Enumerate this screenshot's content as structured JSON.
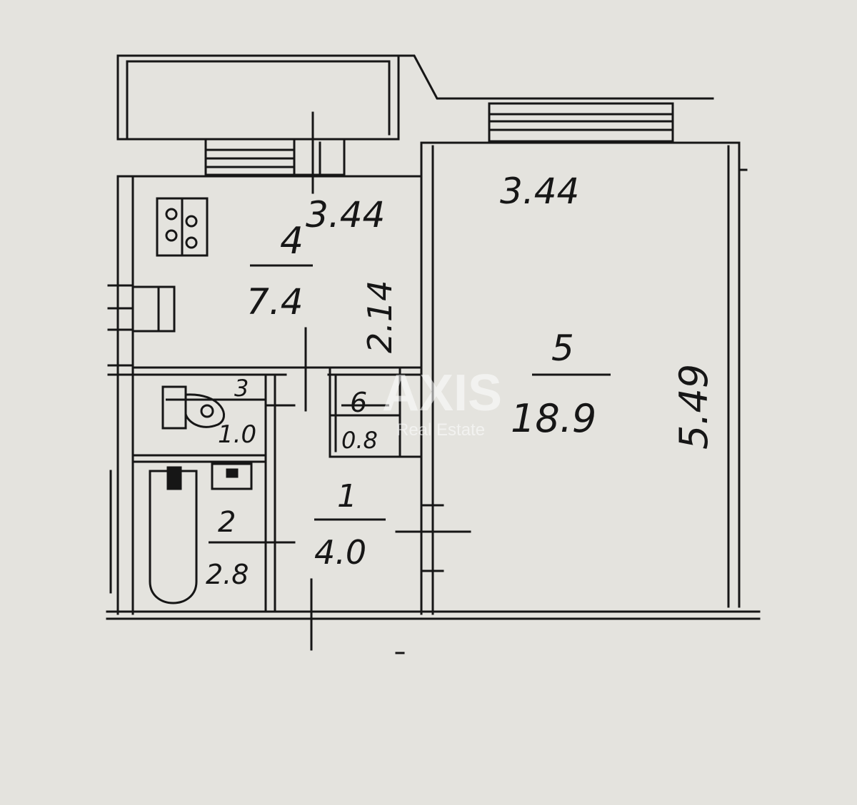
{
  "paper_color": "#e4e3de",
  "ink_color": "#161616",
  "rooms": [
    {
      "id": "entry",
      "number": "1",
      "area": "4.0"
    },
    {
      "id": "bathroom",
      "number": "2",
      "area": "2.8"
    },
    {
      "id": "toilet",
      "number": "3",
      "area": "1.0"
    },
    {
      "id": "kitchen",
      "number": "4",
      "area": "7.4"
    },
    {
      "id": "living-room",
      "number": "5",
      "area": "18.9"
    },
    {
      "id": "closet",
      "number": "6",
      "area": "0.8"
    }
  ],
  "dimensions": {
    "kitchen_width": "3.44",
    "kitchen_depth": "2.14",
    "living_width": "3.44",
    "living_depth": "5.49"
  },
  "watermark": {
    "brand": "AXIS",
    "tagline": "Real Estate"
  }
}
